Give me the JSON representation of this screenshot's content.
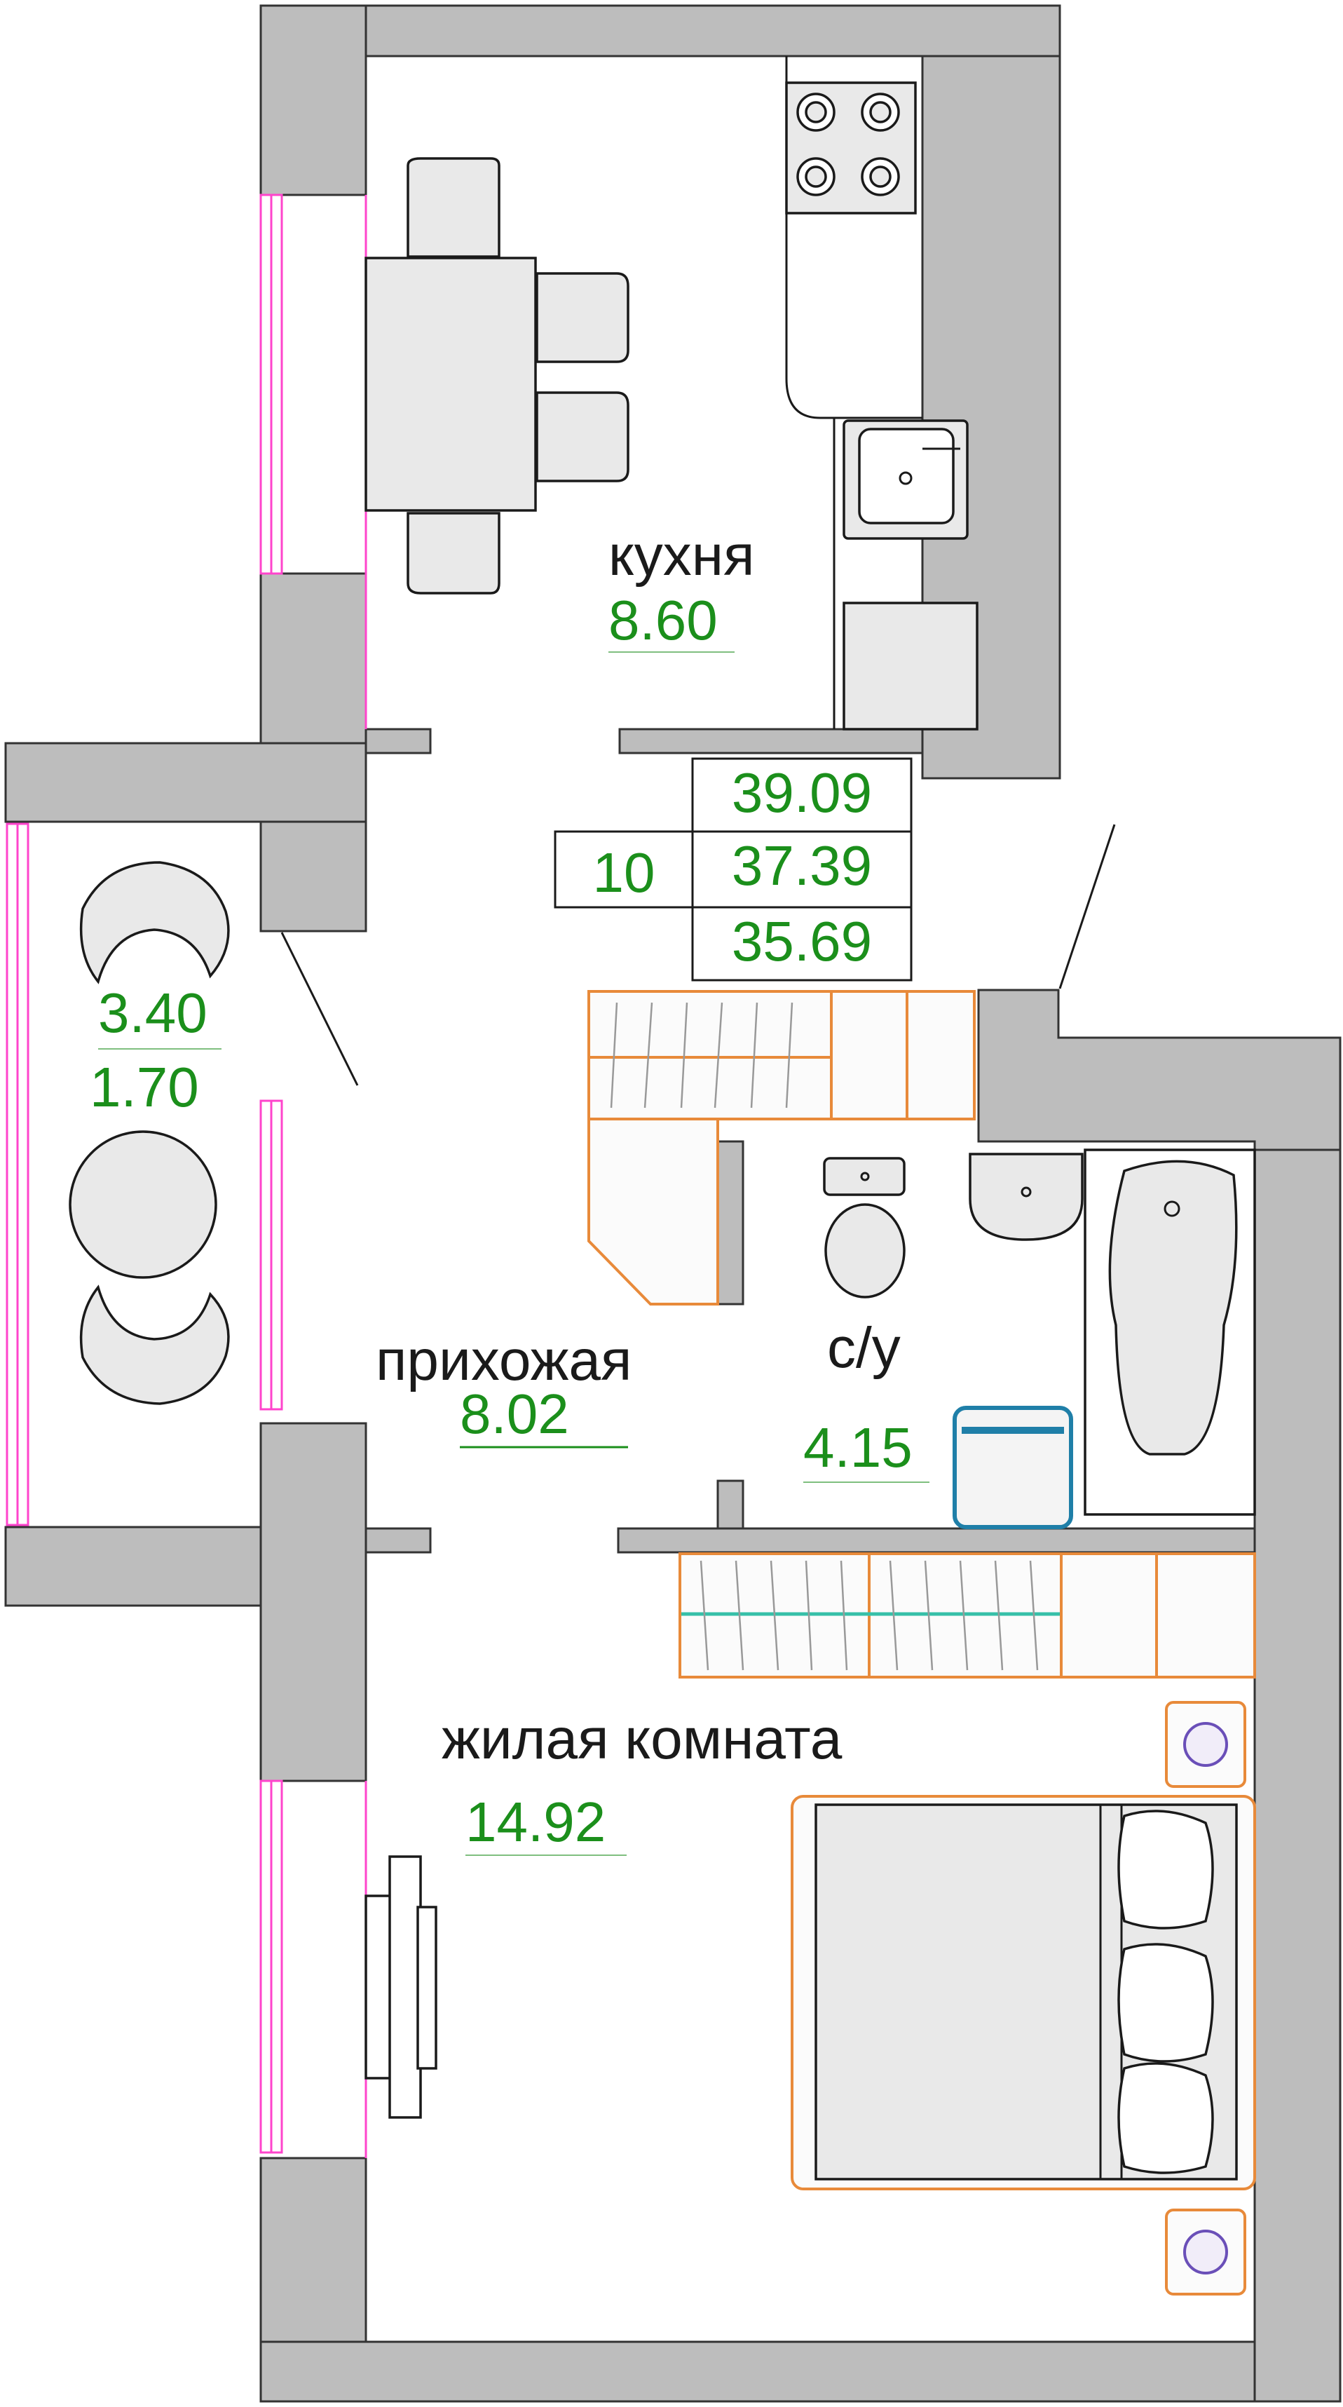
{
  "rooms": {
    "kitchen": {
      "name": "кухня",
      "area": "8.60"
    },
    "hallway": {
      "name": "прихожая",
      "area": "8.02"
    },
    "bathroom": {
      "name": "с/у",
      "area": "4.15"
    },
    "living_room": {
      "name": "жилая комната",
      "area": "14.92"
    },
    "balcony": {
      "area": "3.40",
      "area_reduced": "1.70"
    }
  },
  "summary": {
    "floor": "10",
    "total_area": "39.09",
    "area_with_coefficient": "37.39",
    "living_total": "35.69"
  },
  "colors": {
    "wall": "#bdbdbd",
    "area_text": "#1b8f1b",
    "window": "#ff44cc",
    "cabinet": "#e88a3a",
    "washer": "#1f7fa8"
  }
}
